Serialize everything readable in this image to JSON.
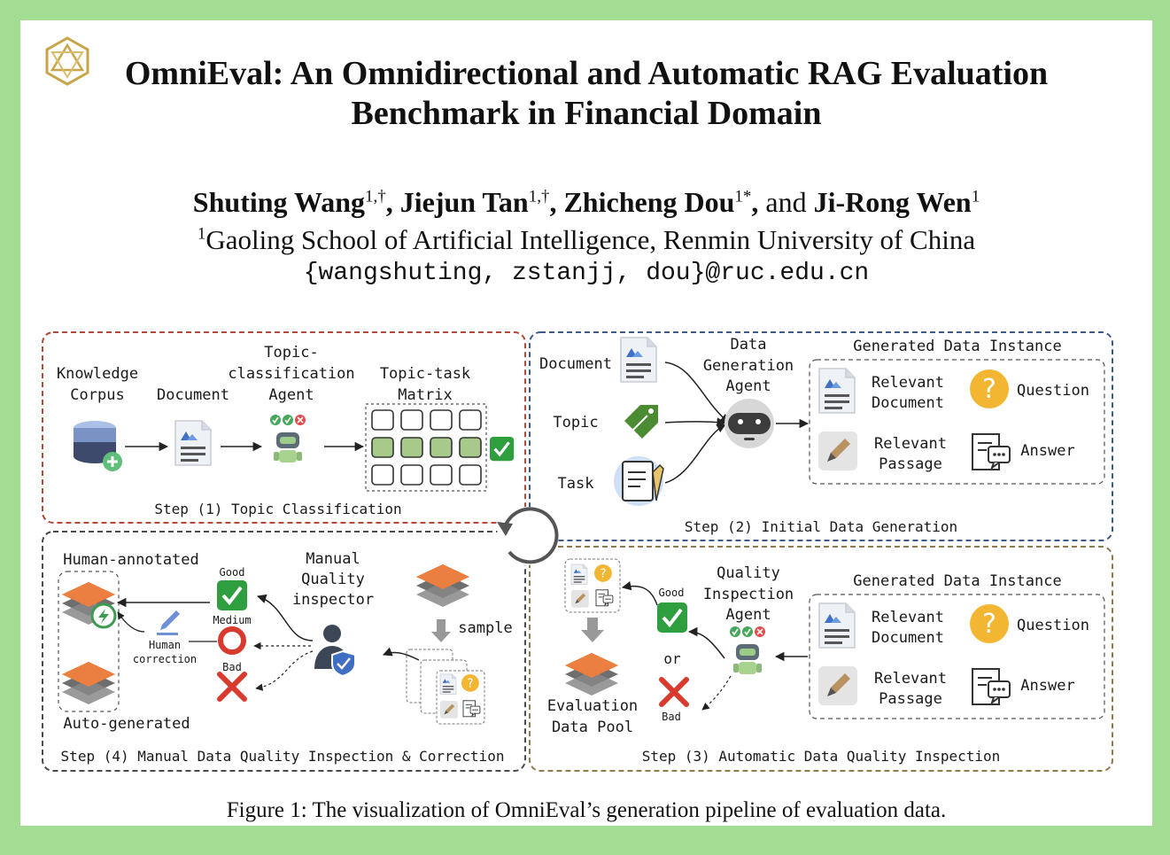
{
  "paper": {
    "title_line1": "OmniEval: An Omnidirectional and Automatic RAG Evaluation",
    "title_line2": "Benchmark in Financial Domain",
    "authors": [
      {
        "name": "Shuting Wang",
        "sup": "1,†"
      },
      {
        "name": "Jiejun Tan",
        "sup": "1,†"
      },
      {
        "name": "Zhicheng Dou",
        "sup": "1*"
      },
      {
        "name": "Ji-Rong Wen",
        "sup": "1"
      }
    ],
    "comma": ",",
    "and_word": "and",
    "affiliation_sup": "1",
    "affiliation": "Gaoling School of Artificial Intelligence, Renmin University of China",
    "email": "{wangshuting, zstanjj, dou}@ruc.edu.cn",
    "caption": "Figure 1: The visualization of OmniEval’s generation pipeline of evaluation data."
  },
  "figure": {
    "colors": {
      "step1_border": "#b3483b",
      "step2_border": "#3d5a8c",
      "step3_border": "#8f7a4d",
      "step4_border": "#4a4a4a",
      "accent_green": "#2e9e3e",
      "bad_red": "#d83a2e",
      "question_yellow": "#f2b632",
      "cell_green": "#a7c98a"
    },
    "step1": {
      "knowledge_corpus": [
        "Knowledge",
        "Corpus"
      ],
      "document": "Document",
      "agent": [
        "Topic-",
        "classification",
        "Agent"
      ],
      "matrix": [
        "Topic-task",
        "Matrix"
      ],
      "label": "Step (1) Topic Classification"
    },
    "step2": {
      "inputs": [
        "Document",
        "Topic",
        "Task"
      ],
      "agent": [
        "Data",
        "Generation",
        "Agent"
      ],
      "instance_title": "Generated Data Instance",
      "relevant_document": [
        "Relevant",
        "Document"
      ],
      "question": "Question",
      "relevant_passage": [
        "Relevant",
        "Passage"
      ],
      "answer": "Answer",
      "label": "Step (2) Initial Data Generation"
    },
    "step3": {
      "agent": [
        "Quality",
        "Inspection",
        "Agent"
      ],
      "good": "Good",
      "or": "or",
      "bad": "Bad",
      "pool": [
        "Evaluation",
        "Data Pool"
      ],
      "instance_title": "Generated Data Instance",
      "relevant_document": [
        "Relevant",
        "Document"
      ],
      "question": "Question",
      "relevant_passage": [
        "Relevant",
        "Passage"
      ],
      "answer": "Answer",
      "label": "Step (3) Automatic Data Quality Inspection"
    },
    "step4": {
      "human_annotated": "Human-annotated",
      "auto_generated": "Auto-generated",
      "good": "Good",
      "medium": "Medium",
      "bad": "Bad",
      "human_correction": [
        "Human",
        "correction"
      ],
      "inspector": [
        "Manual",
        "Quality",
        "inspector"
      ],
      "sample": "sample",
      "label": "Step (4) Manual Data Quality Inspection & Correction"
    }
  }
}
